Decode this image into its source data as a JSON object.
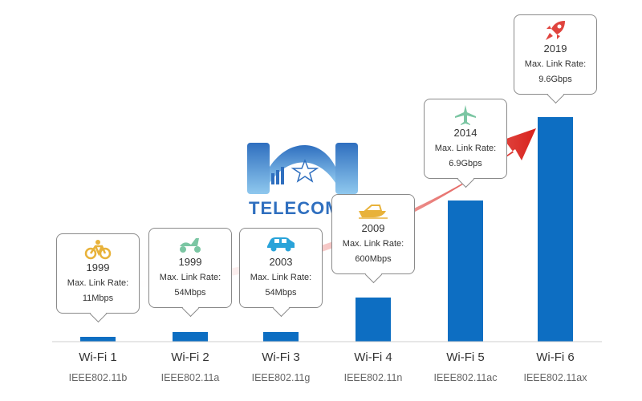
{
  "chart_data": {
    "type": "bar",
    "categories": [
      "Wi-Fi 1",
      "Wi-Fi 2",
      "Wi-Fi 3",
      "Wi-Fi 4",
      "Wi-Fi 5",
      "Wi-Fi 6"
    ],
    "standards": [
      "IEEE802.11b",
      "IEEE802.11a",
      "IEEE802.11g",
      "IEEE802.11n",
      "IEEE802.11ac",
      "IEEE802.11ax"
    ],
    "years": [
      "1999",
      "1999",
      "2003",
      "2009",
      "2014",
      "2019"
    ],
    "rate_label": "Max. Link Rate:",
    "rates": [
      "11Mbps",
      "54Mbps",
      "54Mbps",
      "600Mbps",
      "6.9Gbps",
      "9.6Gbps"
    ],
    "values": [
      0.011,
      0.054,
      0.054,
      0.6,
      6.9,
      9.6
    ],
    "icons": [
      "bicycle-icon",
      "scooter-icon",
      "car-icon",
      "speedboat-icon",
      "airplane-icon",
      "rocket-icon"
    ],
    "colors": {
      "bar": "#0d6ec2",
      "arrow": "#d9221c",
      "icon": "#e8b23a",
      "icon2": "#7bc6a3",
      "icon3": "#29a3d9",
      "rocket": "#e0443e"
    }
  },
  "logo": {
    "text": "TELECOM"
  }
}
